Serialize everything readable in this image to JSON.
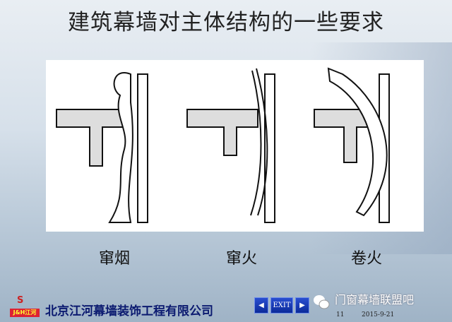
{
  "slide": {
    "title": "建筑幕墙对主体结构的一些要求",
    "figures": [
      {
        "label": "窜烟"
      },
      {
        "label": "窜火"
      },
      {
        "label": "卷火"
      }
    ]
  },
  "footer": {
    "logo_text": "J&H江河",
    "company": "北京江河幕墙装饰工程有限公司",
    "exit_label": "EXIT",
    "page_number": "11",
    "date": "2015-9-21",
    "watermark": "门窗幕墙联盟吧"
  }
}
